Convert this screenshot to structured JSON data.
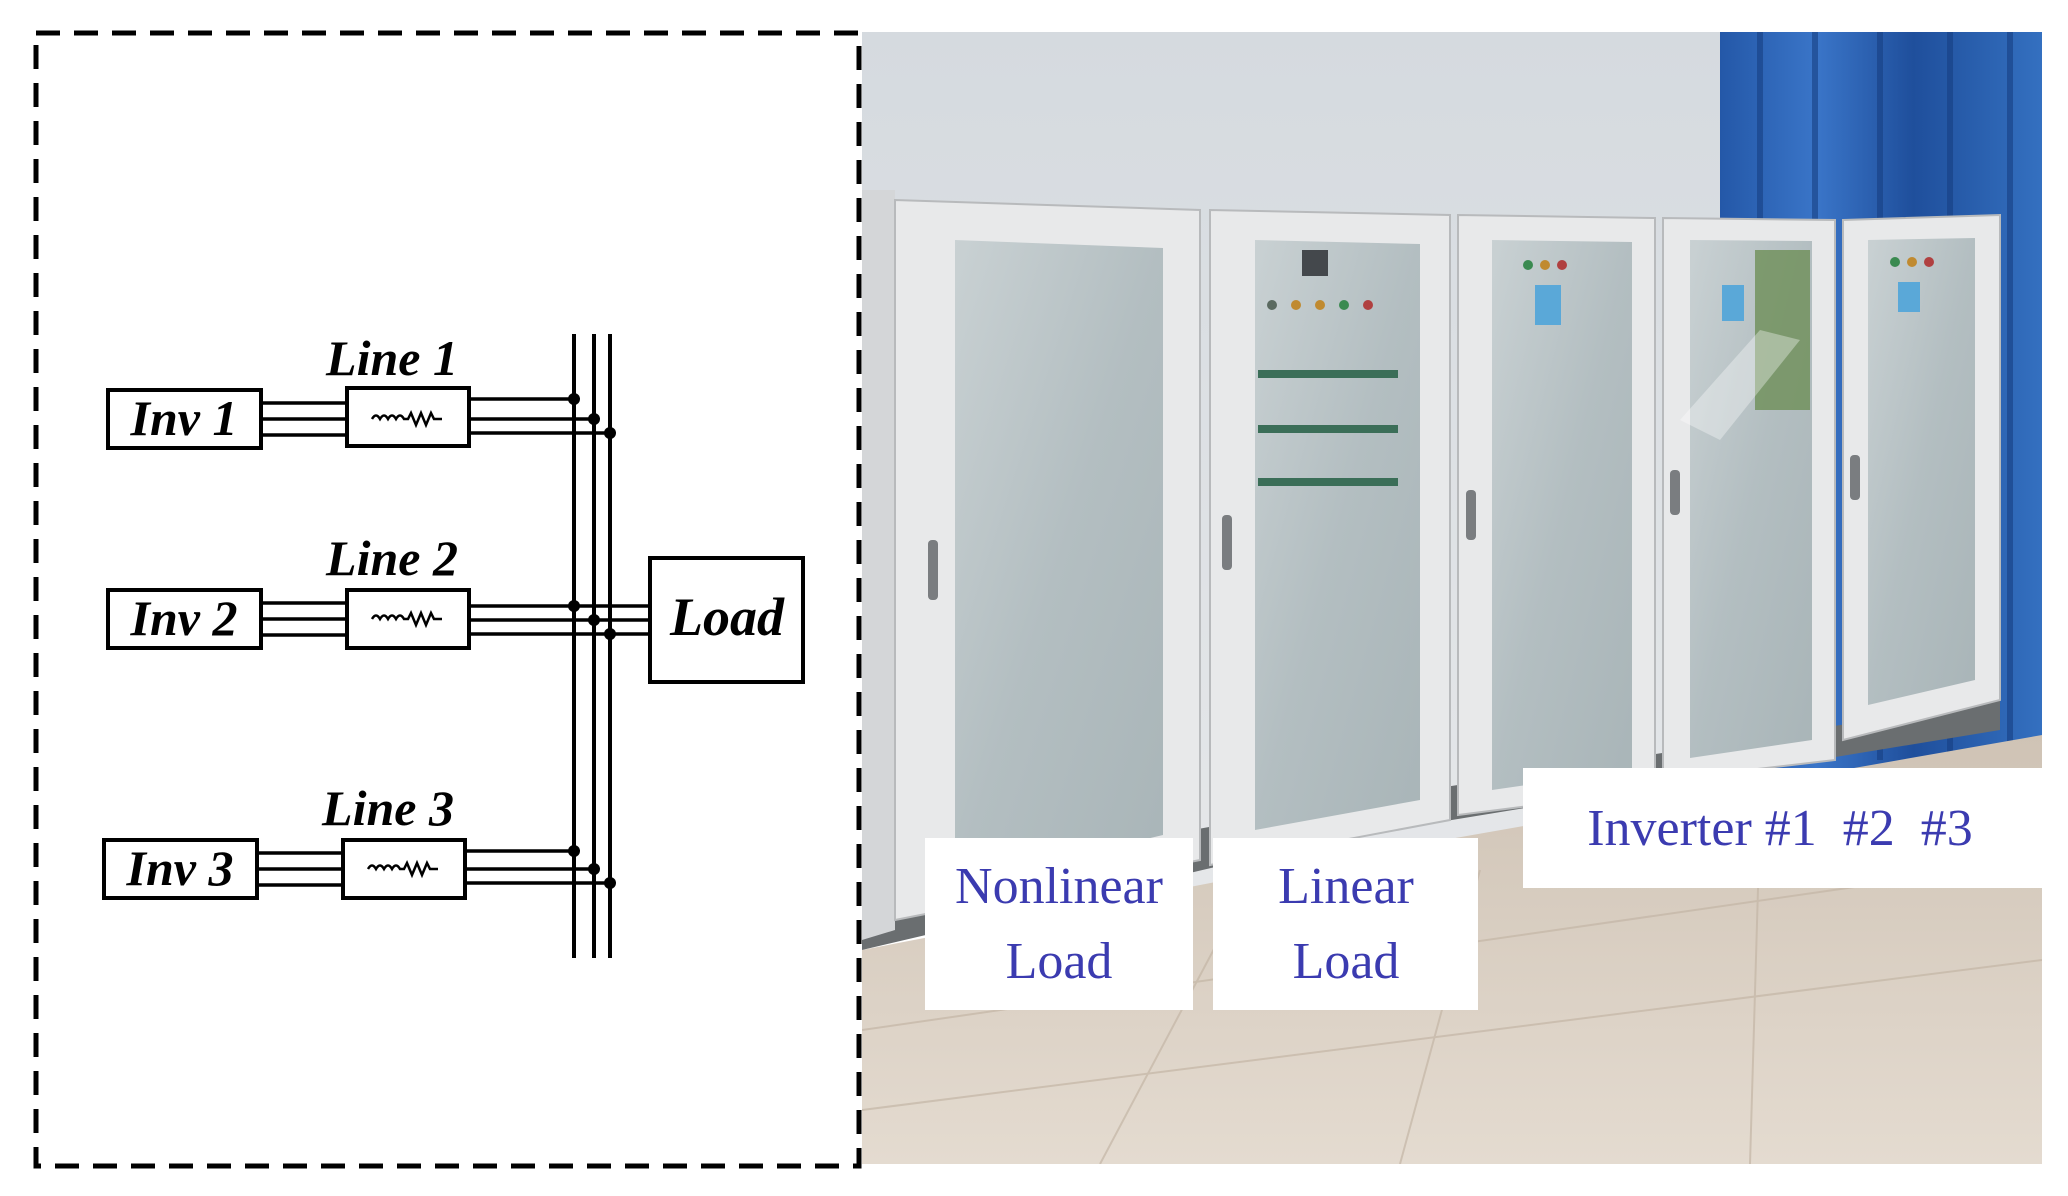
{
  "schematic": {
    "inverters": [
      {
        "label": "Inv 1",
        "line_label": "Line 1"
      },
      {
        "label": "Inv 2",
        "line_label": "Line 2"
      },
      {
        "label": "Inv 3",
        "line_label": "Line 3"
      }
    ],
    "load_label": "Load"
  },
  "photo": {
    "labels": {
      "nonlinear_line1": "Nonlinear",
      "nonlinear_line2": "Load",
      "linear_line1": "Linear",
      "linear_line2": "Load",
      "inverter": "Inverter #1  #2  #3"
    }
  },
  "colors": {
    "label_text": "#3b3bb0",
    "line": "#000000",
    "floor": "#d8cdc0",
    "wall": "#dde1e4",
    "curtain": "#2a63b8",
    "cabinet": "#e8e9ea",
    "glass": "#b9c3c6"
  }
}
